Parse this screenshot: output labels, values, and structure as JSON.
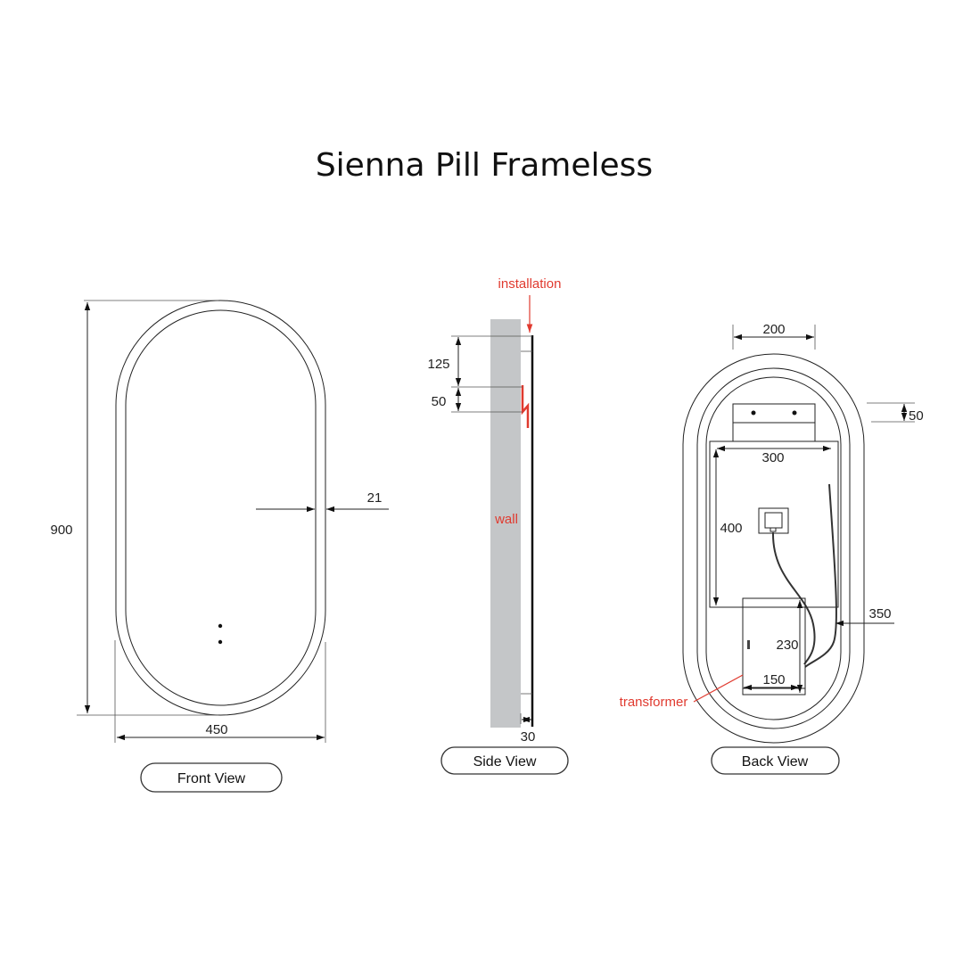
{
  "title": "Sienna Pill Frameless",
  "front_view": {
    "label": "Front View",
    "height_dim": "900",
    "width_dim": "450",
    "border_dim": "21"
  },
  "side_view": {
    "label": "Side View",
    "installation_label": "installation",
    "wall_label": "wall",
    "top_offset_dim": "125",
    "hook_dim": "50",
    "depth_dim": "30"
  },
  "back_view": {
    "label": "Back View",
    "bracket_width_dim": "200",
    "bracket_height_dim": "50",
    "plate_width_dim": "300",
    "plate_height_dim": "400",
    "inset_dim": "350",
    "transformer_height_dim": "230",
    "transformer_width_dim": "150",
    "transformer_label": "transformer"
  },
  "colors": {
    "annotation": "#e03a2f",
    "wall": "#c4c6c8",
    "line": "#222222"
  }
}
